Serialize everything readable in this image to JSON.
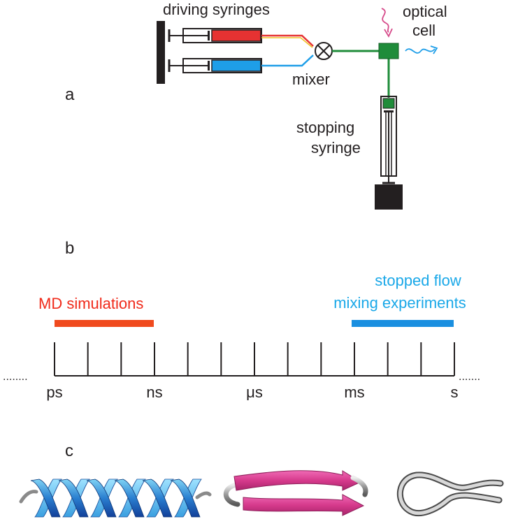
{
  "panel_a": {
    "letter": "a",
    "driving_syringes_label": "driving syringes",
    "mixer_label": "mixer",
    "optical_label_line1": "optical",
    "optical_label_line2": "cell",
    "stopping_label_line1": "stopping",
    "stopping_label_line2": "syringe"
  },
  "panel_b": {
    "letter": "b",
    "md_label": "MD simulations",
    "sf_label_line1": "stopped flow",
    "sf_label_line2": "mixing experiments",
    "scale_labels": [
      "ps",
      "ns",
      "μs",
      "ms",
      "s"
    ],
    "left_dots": "........",
    "right_dots": "......."
  },
  "panel_c": {
    "letter": "c"
  },
  "colors": {
    "red": "#e63232",
    "blue": "#1e9ee8",
    "green": "#1f8c3a",
    "dark": "#231f20",
    "md_bar": "#f04a1e",
    "sf_bar": "#1a8fe0",
    "sf_text": "#1aa8e8",
    "md_text": "#f02a1a",
    "helix": "#2a7fd0",
    "sheet": "#e0409a"
  }
}
